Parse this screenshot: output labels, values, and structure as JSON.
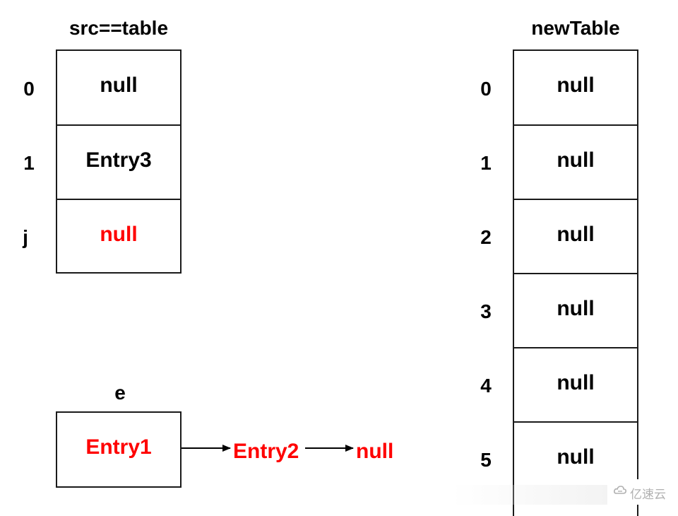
{
  "src_table": {
    "title": "src==table",
    "indices": [
      "0",
      "1",
      "j"
    ],
    "cells": [
      {
        "text": "null",
        "highlight": false
      },
      {
        "text": "Entry3",
        "highlight": false
      },
      {
        "text": "null",
        "highlight": true
      }
    ]
  },
  "new_table": {
    "title": "newTable",
    "indices": [
      "0",
      "1",
      "2",
      "3",
      "4",
      "5"
    ],
    "cells": [
      "null",
      "null",
      "null",
      "null",
      "null",
      "null"
    ]
  },
  "current": {
    "label": "e",
    "entry": "Entry1",
    "chain": [
      "Entry2",
      "null"
    ]
  },
  "colors": {
    "highlight": "#ff0000",
    "text": "#000000",
    "border": "#1a1a1a"
  },
  "watermark": {
    "text": "亿速云",
    "icon": "cloud-logo-icon"
  }
}
